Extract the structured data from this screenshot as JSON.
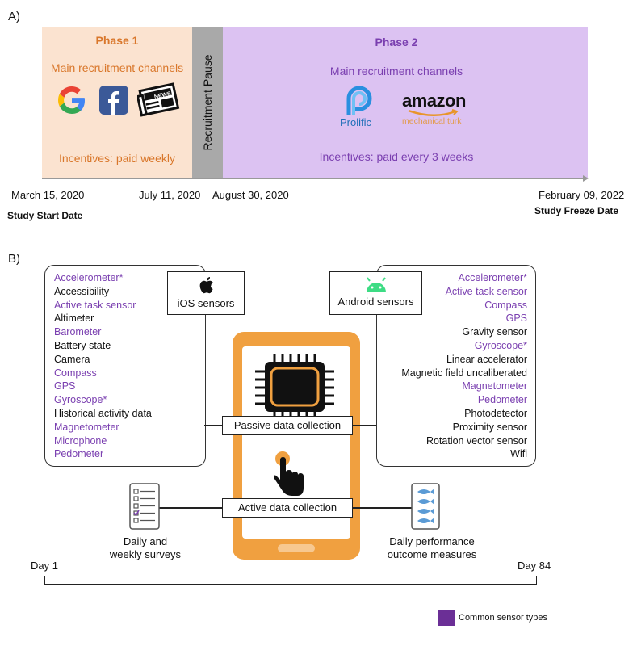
{
  "panel_a": {
    "label": "A)",
    "phase1": {
      "title": "Phase 1",
      "channels_label": "Main recruitment channels",
      "incentives": "Incentives: paid weekly",
      "icons": [
        "google-icon",
        "facebook-icon",
        "newspaper-icon"
      ],
      "newspaper_text": "NEWS"
    },
    "pause": {
      "label": "Recruitment Pause"
    },
    "phase2": {
      "title": "Phase 2",
      "channels_label": "Main recruitment channels",
      "incentives": "Incentives: paid every 3 weeks",
      "prolific_label": "Prolific",
      "amazon_label": "amazon",
      "mturk_label": "mechanical turk"
    },
    "dates": {
      "start": "March 15, 2020",
      "pause_start": "July 11, 2020",
      "pause_end": "August 30, 2020",
      "freeze": "February 09, 2022"
    },
    "start_caption": "Study Start Date",
    "freeze_caption": "Study Freeze Date"
  },
  "panel_b": {
    "label": "B)",
    "ios": {
      "header": "iOS sensors",
      "sensors": [
        {
          "name": "Accelerometer*",
          "common": true
        },
        {
          "name": "Accessibility",
          "common": false
        },
        {
          "name": "Active task sensor",
          "common": true
        },
        {
          "name": "Altimeter",
          "common": false
        },
        {
          "name": "Barometer",
          "common": true
        },
        {
          "name": "Battery state",
          "common": false
        },
        {
          "name": "Camera",
          "common": false
        },
        {
          "name": "Compass",
          "common": true
        },
        {
          "name": "GPS",
          "common": true
        },
        {
          "name": "Gyroscope*",
          "common": true
        },
        {
          "name": "Historical activity data",
          "common": false
        },
        {
          "name": "Magnetometer",
          "common": true
        },
        {
          "name": "Microphone",
          "common": true
        },
        {
          "name": "Pedometer",
          "common": true
        }
      ]
    },
    "android": {
      "header": "Android sensors",
      "sensors": [
        {
          "name": "Accelerometer*",
          "common": true
        },
        {
          "name": "Active task sensor",
          "common": true
        },
        {
          "name": "Compass",
          "common": true
        },
        {
          "name": "GPS",
          "common": true
        },
        {
          "name": "Gravity sensor",
          "common": false
        },
        {
          "name": "Gyroscope*",
          "common": true
        },
        {
          "name": "Linear accelerator",
          "common": false
        },
        {
          "name": "Magnetic field uncaliberated",
          "common": false
        },
        {
          "name": "Magnetometer",
          "common": true
        },
        {
          "name": "Pedometer",
          "common": true
        },
        {
          "name": "Photodetector",
          "common": false
        },
        {
          "name": "Proximity sensor",
          "common": false
        },
        {
          "name": "Rotation vector sensor",
          "common": false
        },
        {
          "name": "Wifi",
          "common": false
        }
      ]
    },
    "passive_label": "Passive data collection",
    "active_label": "Active data collection",
    "surveys_label_1": "Daily and",
    "surveys_label_2": "weekly surveys",
    "performance_label_1": "Daily performance",
    "performance_label_2": "outcome measures",
    "day_start": "Day 1",
    "day_end": "Day 84",
    "legend_label": "Common sensor types"
  },
  "colors": {
    "phase1_bg": "#fbe3d0",
    "pause_bg": "#a9a9a9",
    "phase2_bg": "#dcc2f2",
    "purple_text": "#7a3fb0",
    "orange_text": "#d9772b",
    "phone_orange": "#f0a040",
    "legend_swatch": "#6b2f96"
  }
}
